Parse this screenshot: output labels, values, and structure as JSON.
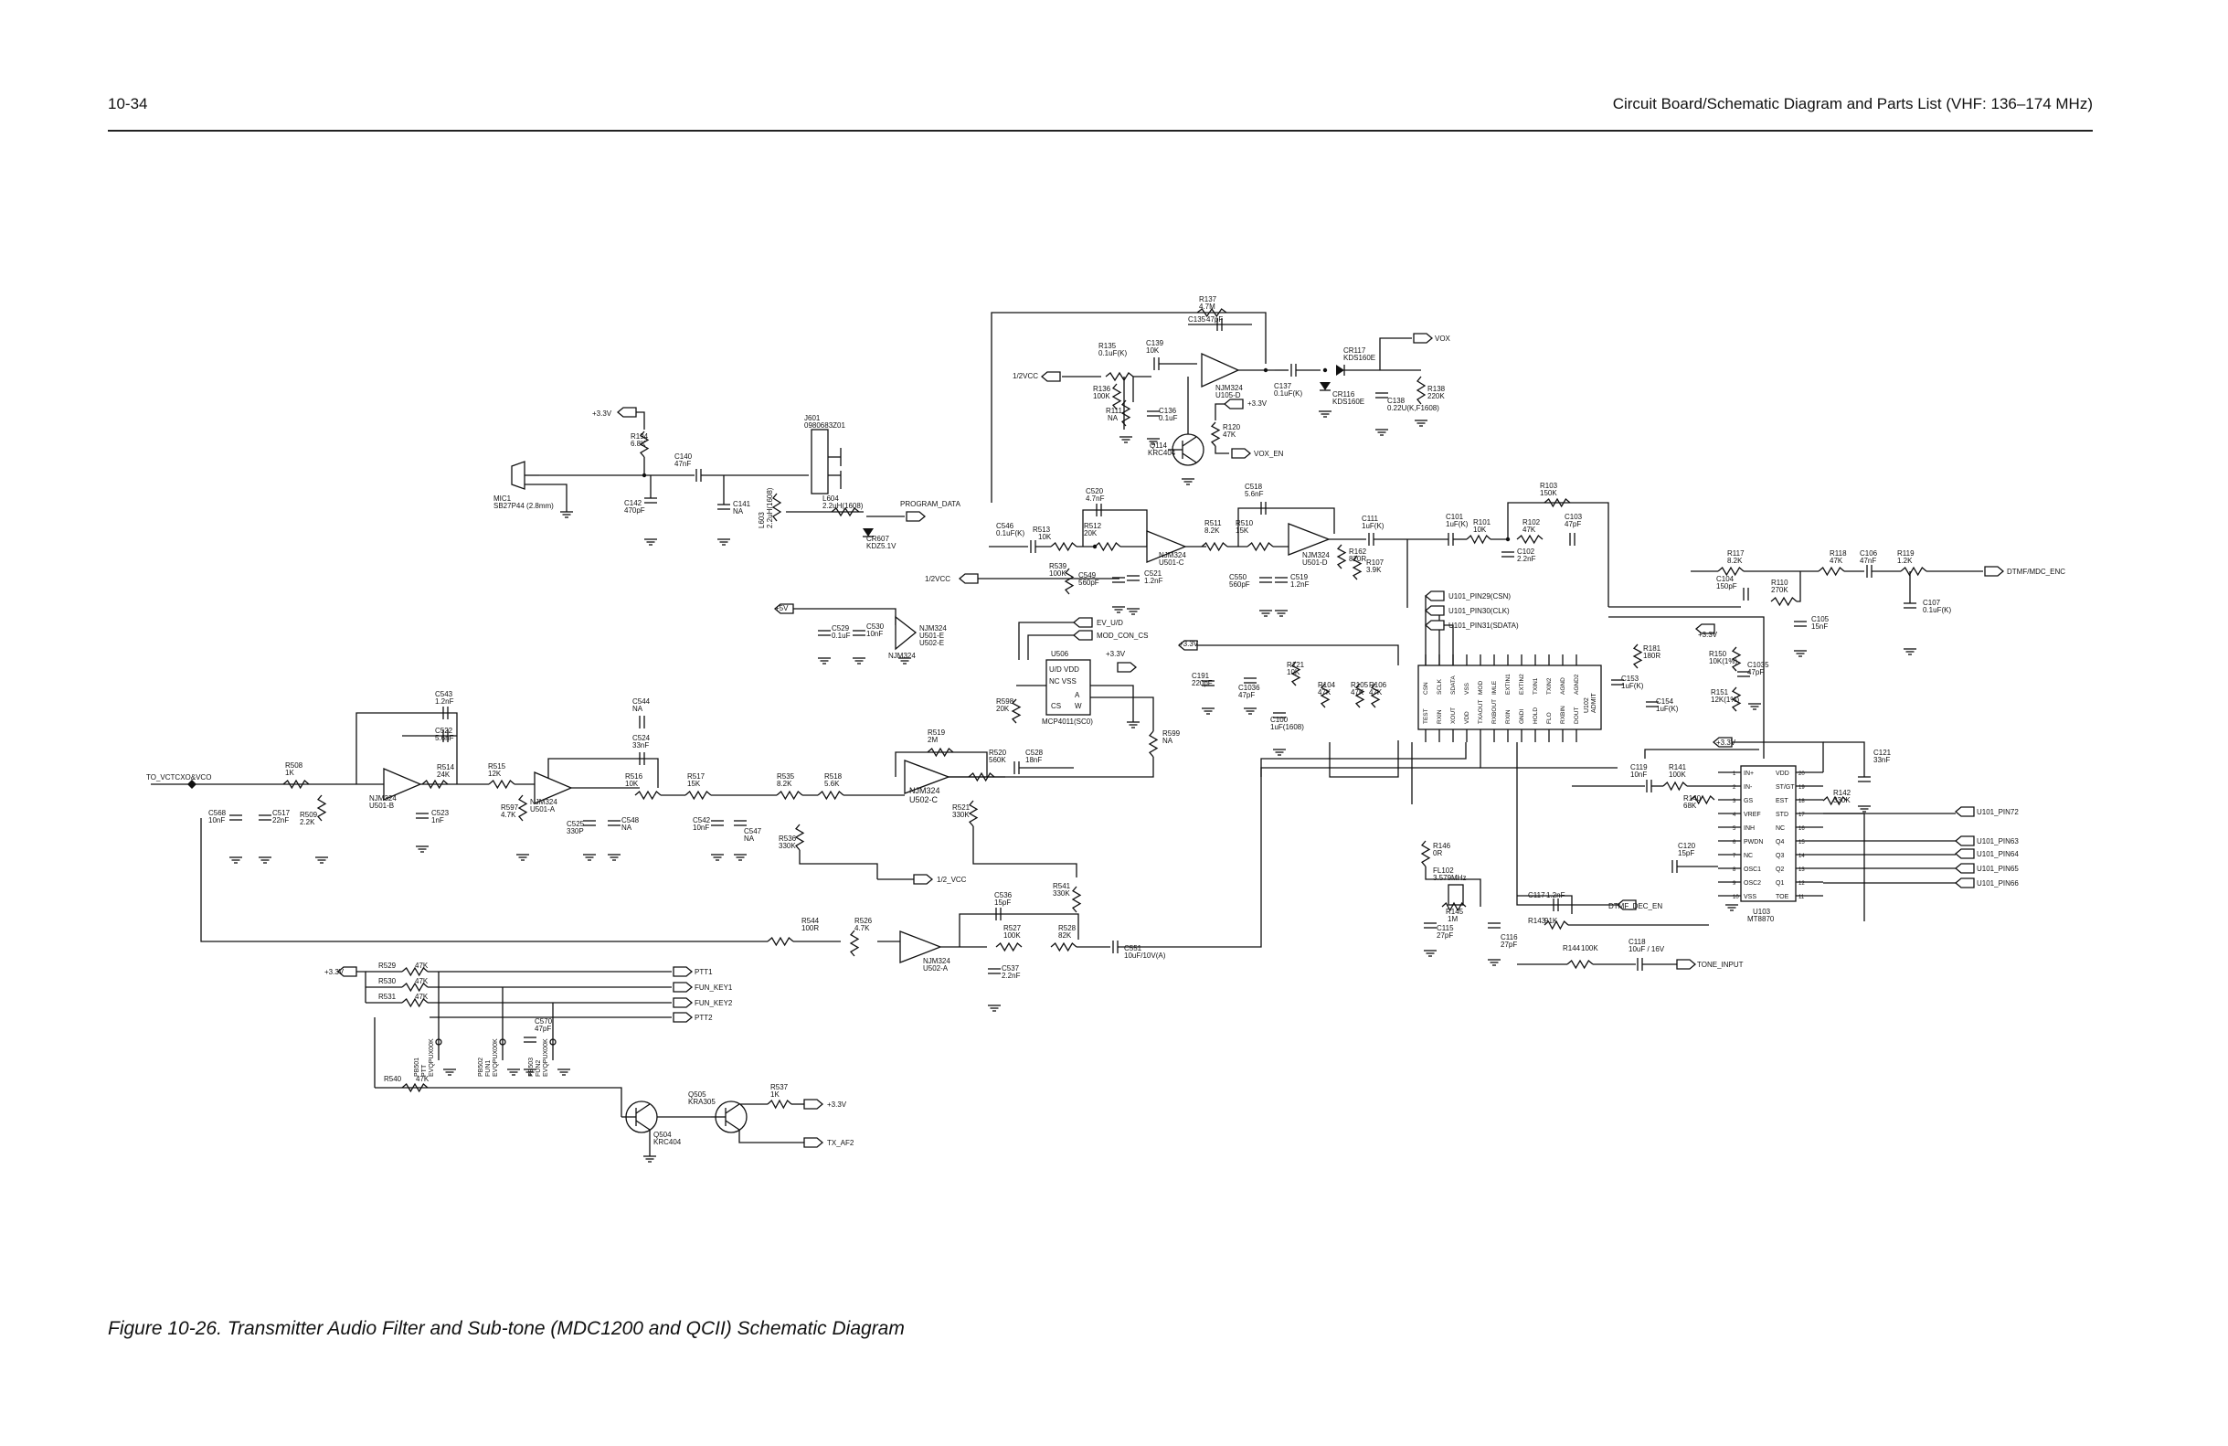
{
  "header": {
    "page_number": "10-34",
    "running_title": "Circuit Board/Schematic Diagram and Parts List (VHF: 136–174 MHz)"
  },
  "figure_caption": "Figure 10-26. Transmitter Audio Filter and Sub-tone  (MDC1200 and QCII) Schematic Diagram",
  "nets": {
    "vox": "VOX",
    "vox_en": "VOX_EN",
    "half_vcc": "1/2VCC",
    "half_vcc_b": "1/2_VCC",
    "program_data": "PROGRAM_DATA",
    "plus_3v3": "+3.3V",
    "plus_5v": "+5V",
    "ev_ud": "EV_U/D",
    "mod_con_cs": "MOD_CON_CS",
    "u101_pin29": "U101_PIN29(CSN)",
    "u101_pin30": "U101_PIN30(CLK)",
    "u101_pin31": "U101_PIN31(SDATA)",
    "dtmf_mdc_enc": "DTMF/MDC_ENC",
    "to_vctcxo": "TO_VCTCXO&VCO",
    "dtmf_dec_en": "DTMF_DEC_EN",
    "tone_input": "TONE_INPUT",
    "u101_pin72": "U101_PIN72",
    "u101_pin63": "U101_PIN63",
    "u101_pin64": "U101_PIN64",
    "u101_pin65": "U101_PIN65",
    "u101_pin66": "U101_PIN66",
    "ptt1": "PTT1",
    "fun_key1": "FUN_KEY1",
    "fun_key2": "FUN_KEY2",
    "ptt2": "PTT2",
    "tx_af2": "TX_AF2"
  },
  "components": {
    "r137": "R137",
    "r137_v": "4.7M",
    "c135": "C135",
    "c135_v": "47pF",
    "r135": "R135",
    "r135_v": "0.1uF(K)",
    "c139": "C139",
    "c139_v": "10K",
    "r136": "R136",
    "r136_v": "100K",
    "r111": "R111",
    "r111_v": "NA",
    "c136": "C136",
    "c136_v": "0.1uF",
    "u105d": "NJM324",
    "u105d_v": "U105-D",
    "c137": "C137",
    "c137_v": "0.1uF(K)",
    "cr117": "CR117",
    "cr117_v": "KDS160E",
    "cr116": "CR116",
    "cr116_v": "KDS160E",
    "c138": "C138",
    "c138_v": "0.22U(K,F1608)",
    "r138": "R138",
    "r138_v": "220K",
    "r120": "R120",
    "r120_v": "47K",
    "q114": "Q114",
    "q114_v": "KRC404",
    "j601": "J601",
    "j601_v": "0980683Z01",
    "r194": "R194",
    "r194_v": "6.8K",
    "c140": "C140",
    "c140_v": "47nF",
    "mic1": "MIC1",
    "mic1_v": "SB27P44 (2.8mm)",
    "c142": "C142",
    "c142_v": "470pF",
    "c141": "C141",
    "c141_v": "NA",
    "l603": "L603",
    "l603_v": "2.2uH(1608)",
    "l604": "L604",
    "l604_v": "2.2uH(1608)",
    "cr607": "CR607",
    "cr607_v": "KDZ5.1V",
    "c520": "C520",
    "c520_v": "4.7nF",
    "c546": "C546",
    "c546_v": "0.1uF(K)",
    "r513": "R513",
    "r513_v": "10K",
    "r512": "R512",
    "r512_v": "20K",
    "r539": "R539",
    "r539_v": "100K",
    "c549": "C549",
    "c549_v": "560pF",
    "c521": "C521",
    "c521_v": "1.2nF",
    "u501c": "NJM324",
    "u501c_v": "U501-C",
    "c518": "C518",
    "c518_v": "5.6nF",
    "r511": "R511",
    "r511_v": "8.2K",
    "r510": "R510",
    "r510_v": "15K",
    "c550": "C550",
    "c550_v": "560pF",
    "c519": "C519",
    "c519_v": "1.2nF",
    "u501d": "NJM324",
    "u501d_v": "U501-D",
    "c111": "C111",
    "c111_v": "1uF(K)",
    "r162": "R162",
    "r162_v": "820R",
    "r107": "R107",
    "r107_v": "3.9K",
    "c101": "C101",
    "c101_v": "1uF(K)",
    "r101": "R101",
    "r101_v": "10K",
    "r103": "R103",
    "r103_v": "150K",
    "r102": "R102",
    "r102_v": "47K",
    "c103": "C103",
    "c103_v": "47pF",
    "c102": "C102",
    "c102_v": "2.2nF",
    "r117": "R117",
    "r117_v": "8.2K",
    "r118": "R118",
    "r118_v": "47K",
    "c106": "C106",
    "c106_v": "47nF",
    "r119": "R119",
    "r119_v": "1.2K",
    "c104": "C104",
    "c104_v": "150pF",
    "r110": "R110",
    "r110_v": "270K",
    "c107": "C107",
    "c107_v": "0.1uF(K)",
    "c105": "C105",
    "c105_v": "15nF",
    "c529": "C529",
    "c529_v": "0.1uF",
    "c530": "C530",
    "c530_v": "10nF",
    "u501e": "NJM324",
    "u501e_v": "U501-E",
    "u502e_v": "U502-E",
    "u506": "U506",
    "u506_chip": "MCP4011(SC0)",
    "r599": "R599",
    "r599_v": "NA",
    "r598": "R598",
    "r598_v": "20K",
    "c191": "C191",
    "c191_v": "220pF",
    "c1036": "C1036",
    "c1036_v": "47pF",
    "r121": "R121",
    "r121_v": "10K",
    "c100": "C100",
    "c100_v": "1uF(1608)",
    "r104": "R104",
    "r104_v": "47K",
    "r105": "R105",
    "r105_v": "47K",
    "r106": "R106",
    "r106_v": "47K",
    "u102": "U102",
    "u102_chip": "ADMIT",
    "r181": "R181",
    "r181_v": "180R",
    "c153": "C153",
    "c153_v": "1uF(K)",
    "c154": "C154",
    "c154_v": "1uF(K)",
    "r150": "R150",
    "r150_v": "10K(1%)",
    "r151": "R151",
    "r151_v": "12K(1%)",
    "c1035": "C1035",
    "c1035_v": "47pF",
    "c121": "C121",
    "c121_v": "33nF",
    "c543": "C543",
    "c543_v": "1.2nF",
    "c522": "C522",
    "c522_v": "5.6nF",
    "r514": "R514",
    "r514_v": "24K",
    "c523": "C523",
    "c523_v": "1nF",
    "u501b": "NJM324",
    "u501b_v": "U501-B",
    "r508": "R508",
    "r508_v": "1K",
    "c568": "C568",
    "c568_v": "10nF",
    "c517": "C517",
    "c517_v": "22nF",
    "r509": "R509",
    "r509_v": "2.2K",
    "r515": "R515",
    "r515_v": "12K",
    "r597": "R597",
    "r597_v": "4.7K",
    "c544": "C544",
    "c544_v": "NA",
    "c524": "C524",
    "c524_v": "33nF",
    "u501a": "NJM324",
    "u501a_v": "U501-A",
    "r516": "R516",
    "r516_v": "10K",
    "c525": "C525",
    "c525_v": "330P",
    "c548": "C548",
    "c548_v": "NA",
    "r517": "R517",
    "r517_v": "15K",
    "c542": "C542",
    "c542_v": "10nF",
    "c547": "C547",
    "c547_v": "NA",
    "r535": "R535",
    "r535_v": "8.2K",
    "r518": "R518",
    "r518_v": "5.6K",
    "r536": "R536",
    "r536_v": "330K",
    "r519": "R519",
    "r519_v": "2M",
    "u502c": "NJM324",
    "u502c_v": "U502-C",
    "r520": "R520",
    "r520_v": "560K",
    "c528": "C528",
    "c528_v": "18nF",
    "r521": "R521",
    "r521_v": "330K",
    "r541": "R541",
    "r541_v": "330K",
    "c536": "C536",
    "c536_v": "15pF",
    "r544": "R544",
    "r544_v": "100R",
    "r526": "R526",
    "r526_v": "4.7K",
    "u502a": "NJM324",
    "u502a_v": "U502-A",
    "r527": "R527",
    "r527_v": "100K",
    "r528": "R528",
    "r528_v": "82K",
    "c551": "C551",
    "c551_v": "10uF/10V(A)",
    "c537": "C537",
    "c537_v": "2.2nF",
    "r146": "R146",
    "r146_v": "0R",
    "fl102": "FL102",
    "fl102_v": "3.579MHz",
    "r145": "R145",
    "r145_v": "1M",
    "c115": "C115",
    "c115_v": "27pF",
    "c116": "C116",
    "c116_v": "27pF",
    "c117": "C117",
    "c117_v": "1.2nF",
    "r143": "R143",
    "r143_v": "91K",
    "c119": "C119",
    "c119_v": "10nF",
    "r141": "R141",
    "r141_v": "100K",
    "r140": "R140",
    "r140_v": "68K",
    "r142": "R142",
    "r142_v": "330K",
    "c120": "C120",
    "c120_v": "15pF",
    "u103": "U103",
    "u103_chip": "MT8870",
    "r144": "R144",
    "r144_v": "100K",
    "c118": "C118",
    "c118_v": "10uF / 16V",
    "r529": "R529",
    "r529_v": "47K",
    "r530": "R530",
    "r530_v": "47K",
    "r531": "R531",
    "r531_v": "47K",
    "c570": "C570",
    "c570_v": "47pF",
    "pb501": "PB501",
    "pb501_a": "PTT",
    "pb501_b": "EVQPUX00K",
    "pb502": "PB502",
    "pb502_a": "FUN1",
    "pb502_b": "EVQPUX00K",
    "pb503": "PB503",
    "pb503_a": "FUN2",
    "pb503_b": "EVQPUX00K",
    "r540": "R540",
    "r540_v": "47K",
    "q504": "Q504",
    "q504_v": "KRC404",
    "q505": "Q505",
    "q505_v": "KRA305",
    "r537": "R537",
    "r537_v": "1K"
  },
  "pins": {
    "u506_ud_vdd": "U/D VDD",
    "u506_nc_vss": "NC   VSS",
    "u506_a": "A",
    "u506_w": "W",
    "u506_cs": "CS",
    "u103_left": [
      "IN+",
      "IN-",
      "GS",
      "VREF",
      "INH",
      "PWDN",
      "NC",
      "OSC1",
      "OSC2",
      "VSS"
    ],
    "u103_right": [
      "VDD",
      "ST/GT",
      "EST",
      "STD",
      "NC",
      "Q4",
      "Q3",
      "Q2",
      "Q1",
      "TOE"
    ],
    "u103_left_nums": [
      "1",
      "2",
      "3",
      "4",
      "5",
      "6",
      "7",
      "8",
      "9",
      "10"
    ],
    "u103_right_nums": [
      "20",
      "19",
      "18",
      "17",
      "16",
      "15",
      "14",
      "13",
      "12",
      "11"
    ],
    "u102_top": [
      "CSN",
      "SCLK",
      "SDATA",
      "VSS",
      "MOD",
      "IMLE",
      "EXTIN1",
      "EXTIN2",
      "TXIN1",
      "TXIN2",
      "AGND",
      "AGND2"
    ],
    "u102_bottom": [
      "TEST",
      "RXIN",
      "XOUT",
      "VDD",
      "TXAOUT",
      "RXBOUT",
      "RXIN",
      "GNDI",
      "HOLD",
      "FLO",
      "RXBIN",
      "DOUT"
    ]
  }
}
